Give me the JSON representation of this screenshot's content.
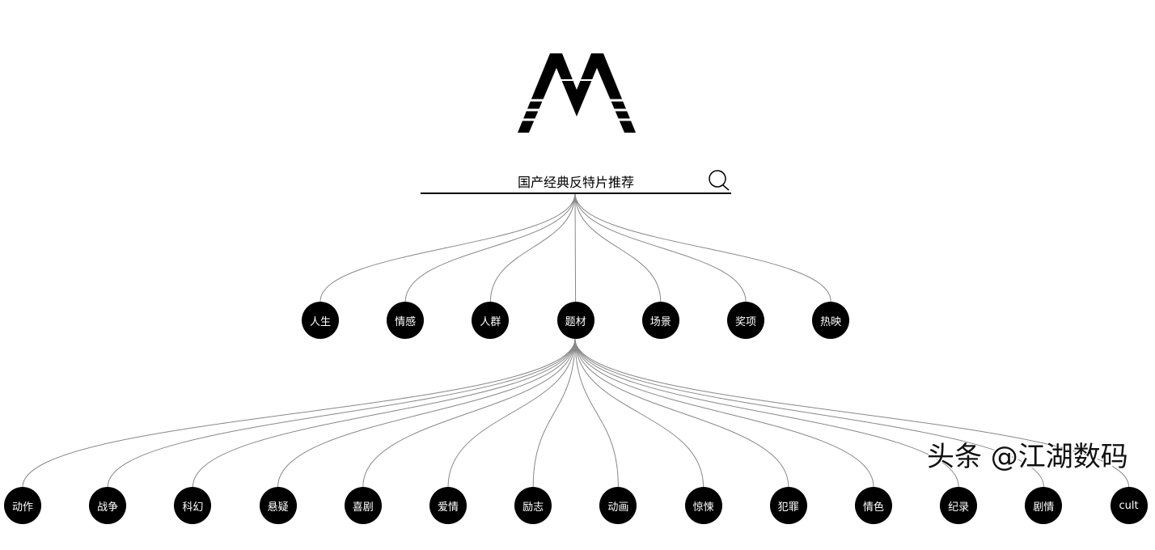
{
  "search": {
    "value": "国产经典反特片推荐"
  },
  "categories": [
    {
      "label": "人生"
    },
    {
      "label": "情感"
    },
    {
      "label": "人群"
    },
    {
      "label": "题材"
    },
    {
      "label": "场景"
    },
    {
      "label": "奖项"
    },
    {
      "label": "热映"
    }
  ],
  "subcategories": [
    {
      "label": "动作"
    },
    {
      "label": "战争"
    },
    {
      "label": "科幻"
    },
    {
      "label": "悬疑"
    },
    {
      "label": "喜剧"
    },
    {
      "label": "爱情"
    },
    {
      "label": "励志"
    },
    {
      "label": "动画"
    },
    {
      "label": "惊悚"
    },
    {
      "label": "犯罪"
    },
    {
      "label": "情色"
    },
    {
      "label": "纪录"
    },
    {
      "label": "剧情"
    },
    {
      "label": "cult"
    }
  ],
  "watermark": "头条 @江湖数码"
}
